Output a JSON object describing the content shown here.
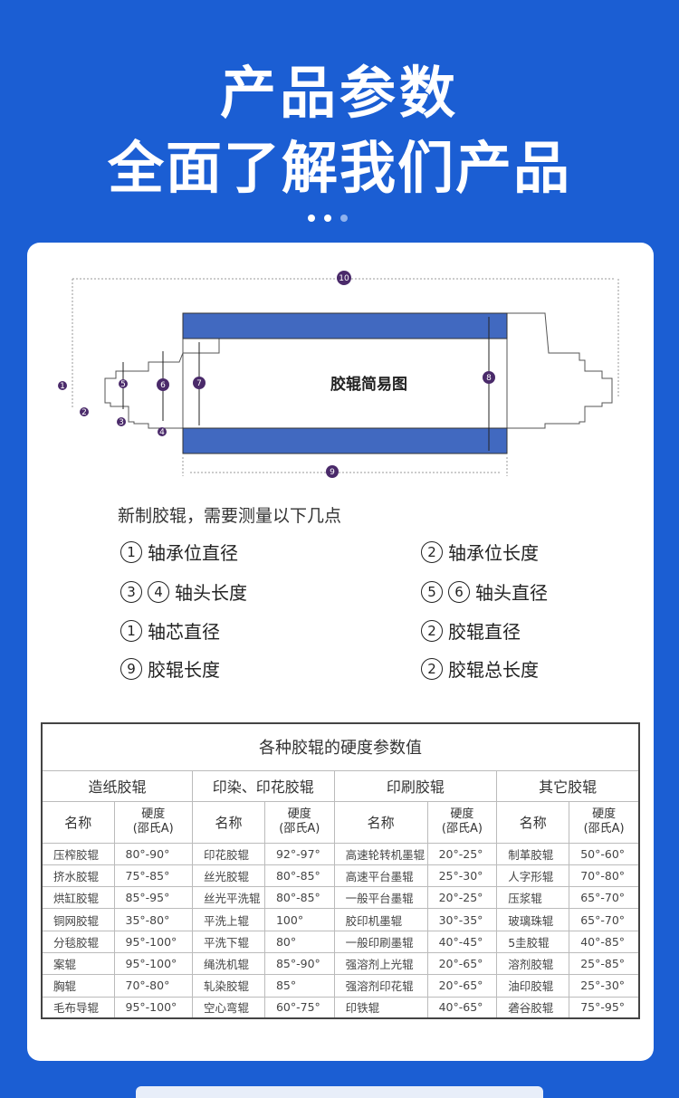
{
  "header": {
    "title": "产品参数",
    "subtitle": "全面了解我们产品"
  },
  "diagram": {
    "title": "胶辊简易图",
    "labels": [
      "1",
      "2",
      "3",
      "4",
      "5",
      "6",
      "7",
      "8",
      "9",
      "10"
    ],
    "colors": {
      "rubber": "#4169c0"
    }
  },
  "measure": {
    "intro": "新制胶辊，需要测量以下几点",
    "points": [
      {
        "nums": [
          "1"
        ],
        "text": "轴承位直径"
      },
      {
        "nums": [
          "2"
        ],
        "text": "轴承位长度"
      },
      {
        "nums": [
          "3",
          "4"
        ],
        "text": "轴头长度"
      },
      {
        "nums": [
          "5",
          "6"
        ],
        "text": "轴头直径"
      },
      {
        "nums": [
          "1"
        ],
        "text": "轴芯直径"
      },
      {
        "nums": [
          "2"
        ],
        "text": "胶辊直径"
      },
      {
        "nums": [
          "9"
        ],
        "text": "胶辊长度"
      },
      {
        "nums": [
          "2"
        ],
        "text": "胶辊总长度"
      }
    ]
  },
  "table": {
    "title": "各种胶辊的硬度参数值",
    "groups": [
      "造纸胶辊",
      "印染、印花胶辊",
      "印刷胶辊",
      "其它胶辊"
    ],
    "name_header": "名称",
    "hard_header": "硬度",
    "hard_unit": "(邵氏A)",
    "rows": [
      [
        "压榨胶辊",
        "80°-90°",
        "印花胶辊",
        "92°-97°",
        "高速轮转机墨辊",
        "20°-25°",
        "制革胶辊",
        "50°-60°"
      ],
      [
        "挤水胶辊",
        "75°-85°",
        "丝光胶辊",
        "80°-85°",
        "高速平台墨辊",
        "25°-30°",
        "人字形辊",
        "70°-80°"
      ],
      [
        "烘缸胶辊",
        "85°-95°",
        "丝光平洗辊",
        "80°-85°",
        "一般平台墨辊",
        "20°-25°",
        "压浆辊",
        "65°-70°"
      ],
      [
        "铜网胶辊",
        "35°-80°",
        "平洗上辊",
        "100°",
        "胶印机墨辊",
        "30°-35°",
        "玻璃珠辊",
        "65°-70°"
      ],
      [
        "分毯胶辊",
        "95°-100°",
        "平洗下辊",
        "80°",
        "一般印刷墨辊",
        "40°-45°",
        "5圭胶辊",
        "40°-85°"
      ],
      [
        "案辊",
        "95°-100°",
        "绳洗机辊",
        "85°-90°",
        "强溶剂上光辊",
        "20°-65°",
        "溶剂胶辊",
        "25°-85°"
      ],
      [
        "胸辊",
        "70°-80°",
        "轧染胶辊",
        "85°",
        "强溶剂印花辊",
        "20°-65°",
        "油印胶辊",
        "25°-30°"
      ],
      [
        "毛布导辊",
        "95°-100°",
        "空心弯辊",
        "60°-75°",
        "印铁辊",
        "40°-65°",
        "砻谷胶辊",
        "75°-95°"
      ]
    ]
  }
}
